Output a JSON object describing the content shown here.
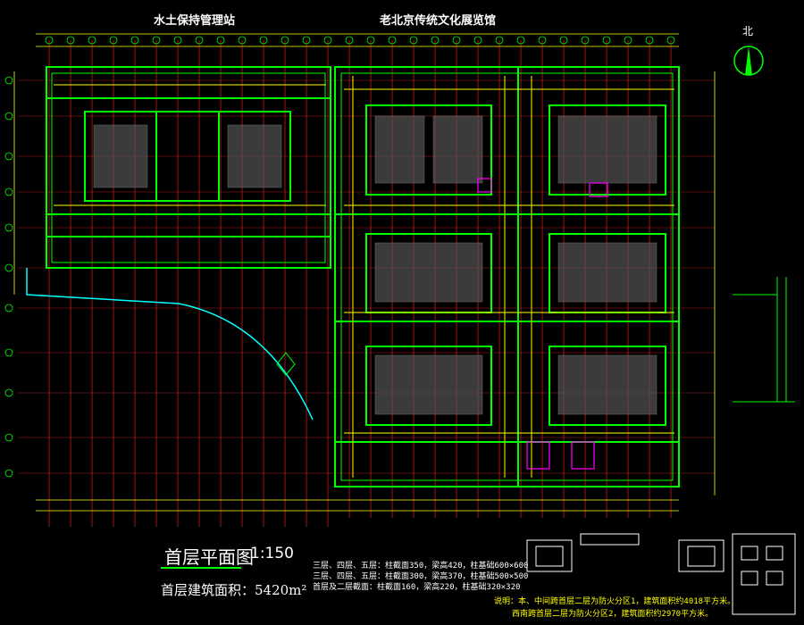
{
  "drawing": {
    "top_labels": {
      "left": "水土保持管理站",
      "center": "老北京传统文化展览馆"
    },
    "north_label": "北",
    "plan_title": "首层平面图",
    "plan_scale": "1:150",
    "floor_area": "首层建筑面积：5420m²",
    "notes": [
      "三层、四层、五层：柱截面350，梁高420，柱基础600×600",
      "三层、四层、五层：柱截面300，梁高370，柱基础500×500",
      "首层及二层截面：柱截面160，梁高220，柱基础320×320"
    ],
    "remarks": [
      "说明：本、中间跨首层二层为防火分区1，建筑面积约4018平方米。",
      "西南跨首层二层为防火分区2，建筑面积约2970平方米。"
    ]
  },
  "colors": {
    "background": "#000000",
    "wall": "#00ff00",
    "grid": "#ff3333",
    "dimension": "#ffff00",
    "hatch": "#cccccc",
    "accent": "#ff00ff",
    "path": "#00ffff"
  }
}
